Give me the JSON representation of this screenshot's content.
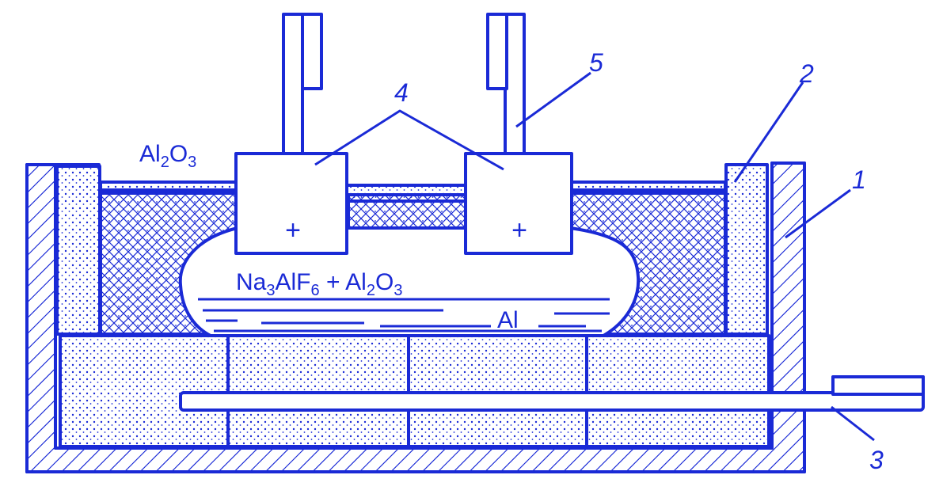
{
  "colors": {
    "ink": "#1a2ad6",
    "background": "#ffffff"
  },
  "labels": {
    "alumina_top": {
      "base1": "Al",
      "sub1": "2",
      "base2": "O",
      "sub2": "3"
    },
    "electrolyte": {
      "p1": "Na",
      "s1": "3",
      "p2": "AlF",
      "s2": "6",
      "plus": " + ",
      "p3": "Al",
      "s3": "2",
      "p4": "O",
      "s4": "3"
    },
    "metal": "Al"
  },
  "callouts": {
    "c1": "1",
    "c2": "2",
    "c3": "3",
    "c4": "4",
    "c5": "5"
  },
  "anode_signs": [
    "+",
    "+"
  ]
}
